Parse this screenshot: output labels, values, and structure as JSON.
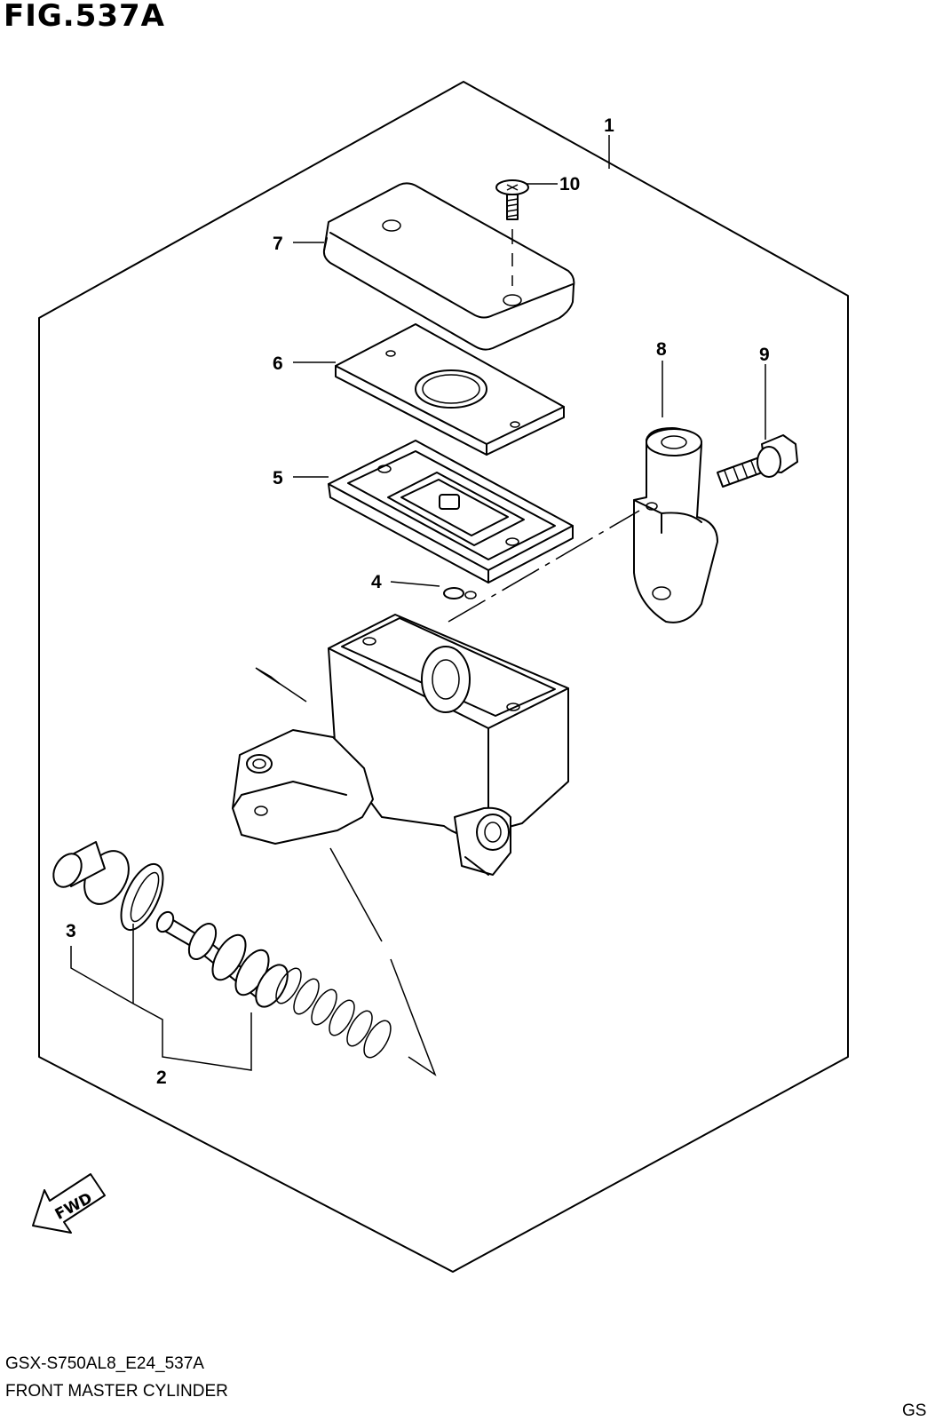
{
  "figure": {
    "title": "FIG.537A",
    "code": "GSX-S750AL8_E24_537A",
    "name": "FRONT MASTER CYLINDER",
    "corner_fragment": "GS"
  },
  "callouts": {
    "c1": "1",
    "c2": "2",
    "c3": "3",
    "c4": "4",
    "c5": "5",
    "c6": "6",
    "c7": "7",
    "c8": "8",
    "c9": "9",
    "c10": "10"
  },
  "direction_arrow": {
    "label": "FWD"
  }
}
